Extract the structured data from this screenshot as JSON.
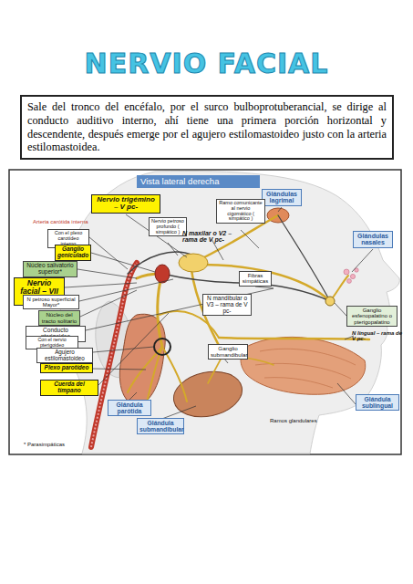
{
  "diagram": {
    "title": "NERVIO FACIAL",
    "nodes": [
      {
        "text": [
          "Sale del tronco del encéfalo, por el surco bulboprotuberancial, se dirige al conducto auditivo interno, ahí tiene una primera porción horizontal y descendente, después emerge por el agujero estilomastoideo justo con la arteria estilomastoidea."
        ]
      },
      {
        "text": [
          "Vista lateral derecha"
        ]
      },
      {
        "text": [
          "Glándulas lagrimal"
        ]
      },
      {
        "text": [
          "Nervio trigémino – V pc-"
        ]
      },
      {
        "text": [
          "Ramo comunicante al nervio cigomático ( simpático )"
        ]
      },
      {
        "text": [
          "Nervio petroso profundo ( simpático )"
        ]
      },
      {
        "text": [
          "Con el plexo carotídeo interno"
        ]
      },
      {
        "text": [
          "Glándulas nasales"
        ]
      },
      {
        "text": [
          "Ganglio geniculado"
        ]
      },
      {
        "text": [
          "Núcleo salivatorio superior*"
        ]
      },
      {
        "text": [
          "Fibras simpáticas"
        ]
      },
      {
        "text": [
          "Nervio facial – VII pc-"
        ]
      },
      {
        "text": [
          "N petroso superficial Mayor*"
        ]
      },
      {
        "text": [
          "N mandibular o V3 – rama de V pc-"
        ]
      },
      {
        "text": [
          "Ganglio esfenopalatino o pterigopalatino"
        ]
      },
      {
        "text": [
          "Núcleo del tracto solitario"
        ]
      },
      {
        "text": [
          "Conducto pterigoideo"
        ]
      },
      {
        "text": [
          "Con el nervio pterigoideo"
        ]
      },
      {
        "text": [
          "Ganglio submandibular"
        ]
      },
      {
        "text": [
          "Agujero estilomastoideo"
        ]
      },
      {
        "text": [
          "Plexo parotídeo"
        ]
      },
      {
        "text": [
          "Cuerda del tímpano"
        ]
      },
      {
        "text": [
          "Glándula sublingual"
        ]
      },
      {
        "text": [
          "Glándula parótida"
        ]
      },
      {
        "text": [
          "Glándula submandibular"
        ]
      }
    ],
    "labels": [
      "Arteria carótida interna",
      "N maxilar o V2 – rama de V pc-",
      "N lingual – rama de V pc-",
      "Ramos glandulares",
      "* Parasimpáticas"
    ]
  }
}
